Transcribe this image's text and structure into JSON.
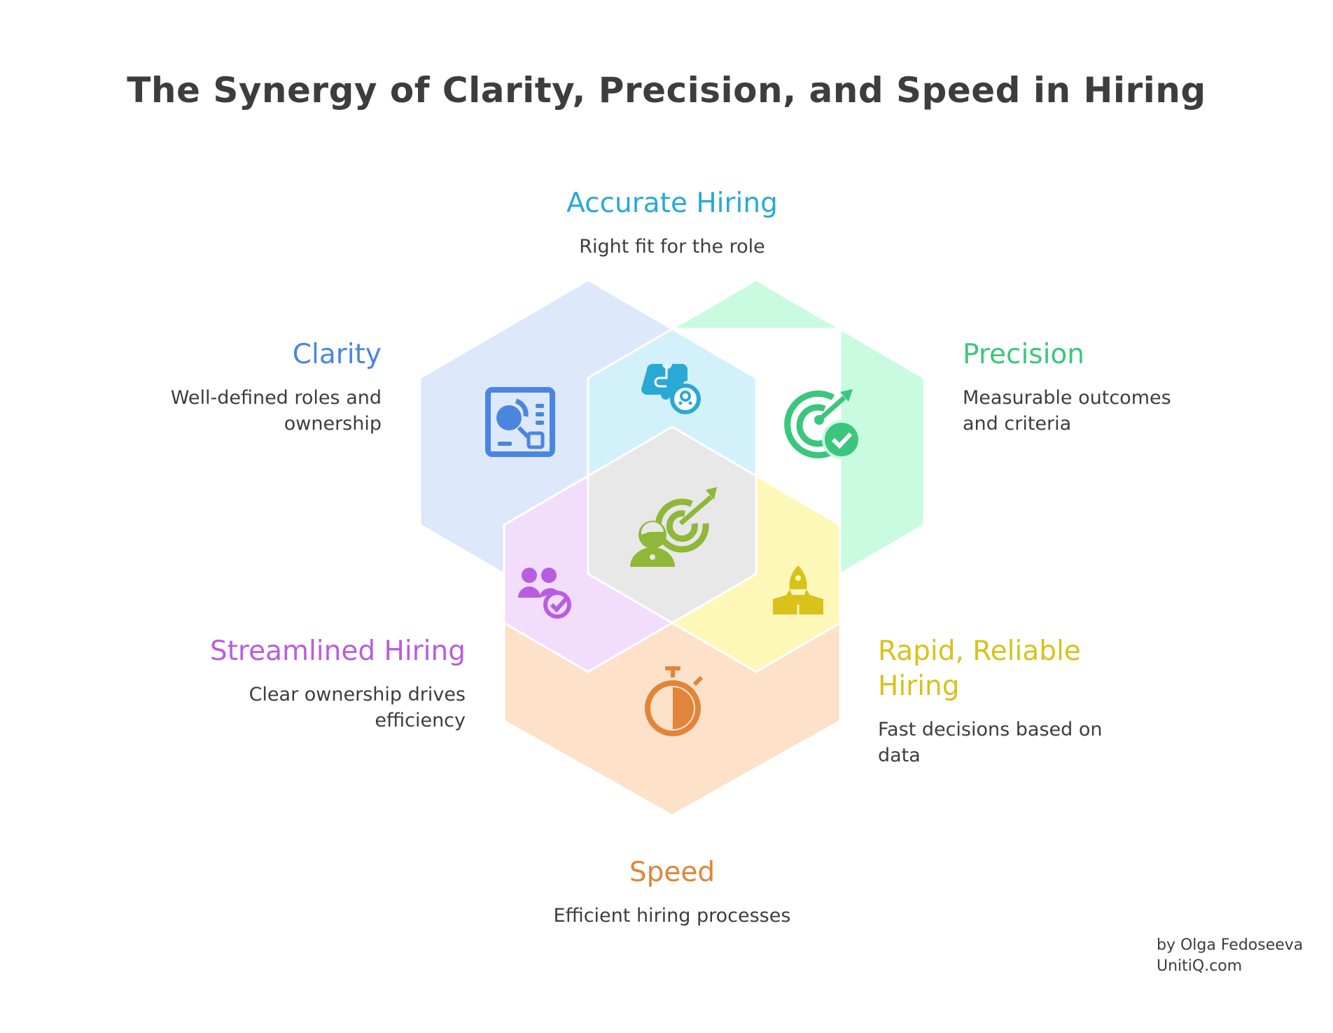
{
  "title": "The Synergy of Clarity, Precision, and Speed in Hiring",
  "colors": {
    "clarity": "#4a86e0",
    "accurate": "#2aa9d5",
    "precision": "#3bc67e",
    "streamlined": "#b95de0",
    "rapid": "#d8c21b",
    "speed": "#e0853a",
    "center_icon": "#8fb838"
  },
  "labels": {
    "accurate": {
      "heading": "Accurate Hiring",
      "desc": "Right fit for the role",
      "icon": "puzzle-person-icon"
    },
    "clarity": {
      "heading": "Clarity",
      "desc_line1": "Well-defined roles and",
      "desc_line2": "ownership",
      "icon": "org-board-icon"
    },
    "precision": {
      "heading": "Precision",
      "desc_line1": "Measurable outcomes",
      "desc_line2": "and criteria",
      "icon": "target-check-icon"
    },
    "streamlined": {
      "heading": "Streamlined Hiring",
      "desc_line1": "Clear ownership drives",
      "desc_line2": "efficiency",
      "icon": "people-check-icon"
    },
    "rapid": {
      "heading_line1": "Rapid, Reliable",
      "heading_line2": "Hiring",
      "desc_line1": "Fast decisions based on",
      "desc_line2": "data",
      "icon": "rocket-launch-icon"
    },
    "speed": {
      "heading": "Speed",
      "desc": "Efficient hiring processes",
      "icon": "stopwatch-icon"
    },
    "center": {
      "icon": "person-target-icon"
    }
  },
  "credit": {
    "line1": "by Olga Fedoseeva",
    "line2": "UnitiQ.com"
  }
}
